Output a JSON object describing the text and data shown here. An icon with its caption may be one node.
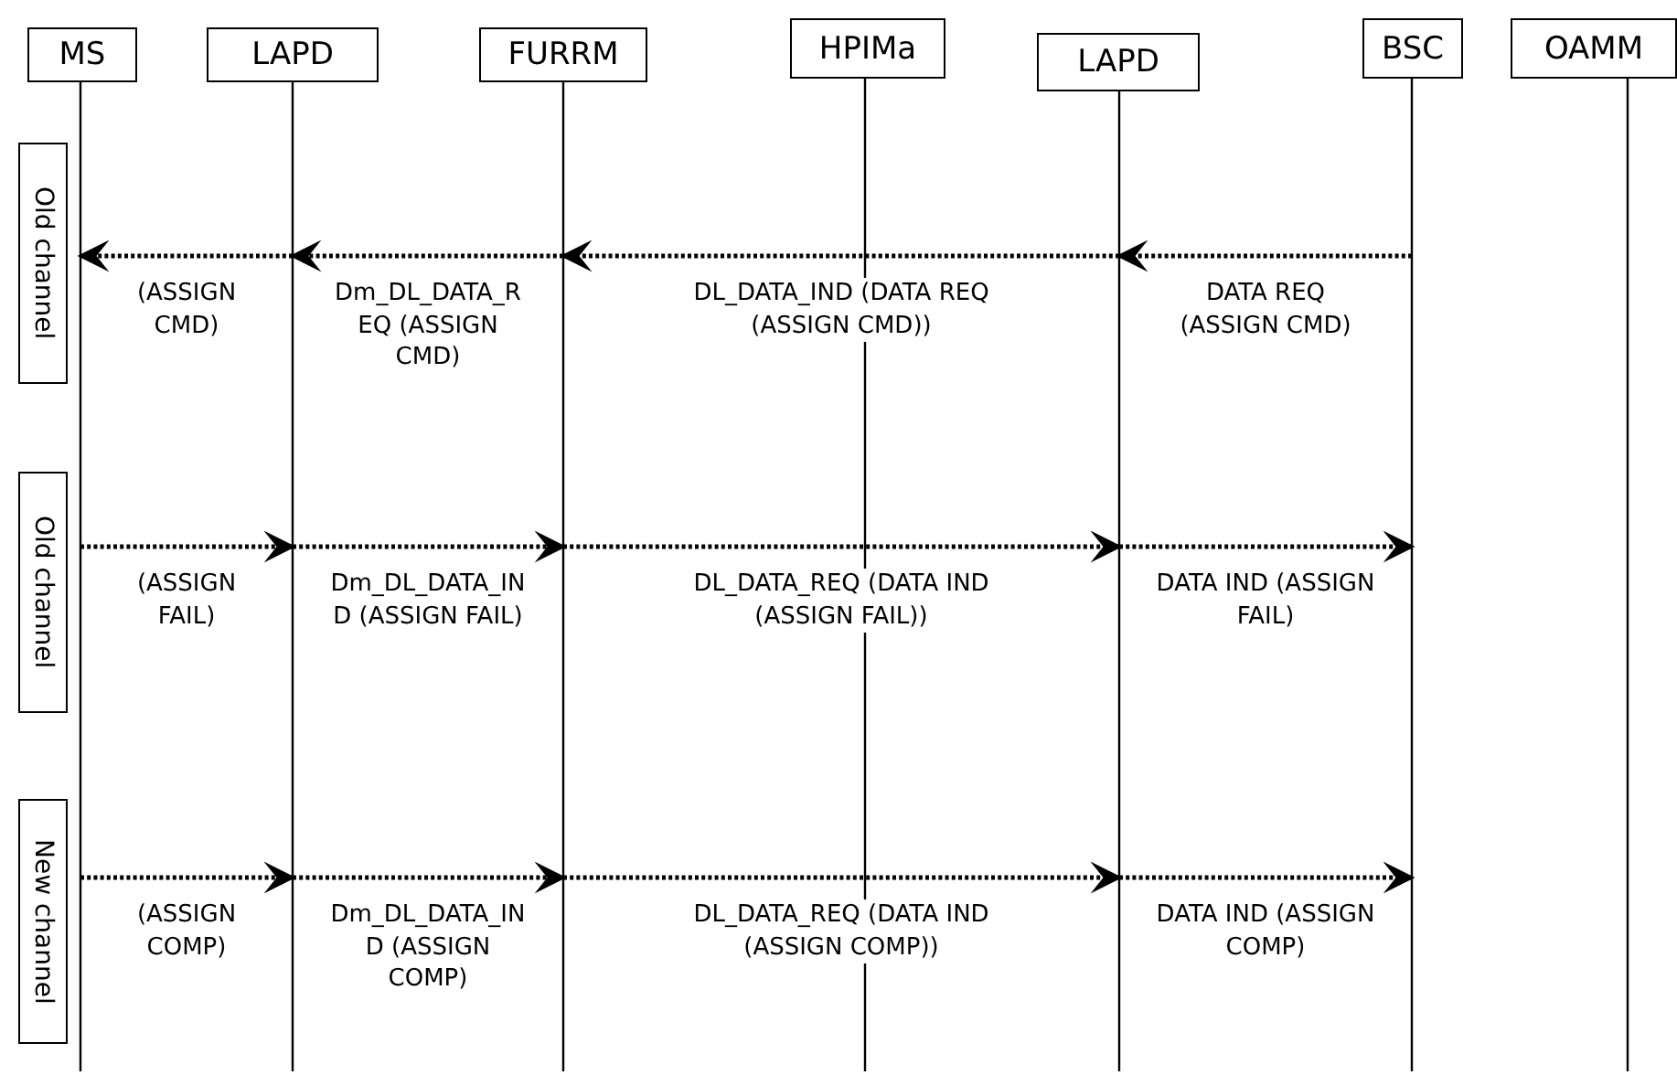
{
  "diagram": {
    "nodes": [
      {
        "text": [
          "MS"
        ]
      },
      {
        "text": [
          "LAPD"
        ]
      },
      {
        "text": [
          "FURRM"
        ]
      },
      {
        "text": [
          "HPIMa"
        ]
      },
      {
        "text": [
          "LAPD"
        ]
      },
      {
        "text": [
          "BSC"
        ]
      },
      {
        "text": [
          "OAMM"
        ]
      },
      {
        "text": [
          "Old channel"
        ]
      },
      {
        "text": [
          "Old channel"
        ]
      },
      {
        "text": [
          "New channel"
        ]
      }
    ],
    "edges": [
      {
        "from": 1,
        "to": 0,
        "arrow": "to",
        "label": "(ASSIGN CMD)"
      },
      {
        "from": 2,
        "to": 1,
        "arrow": "to",
        "label": "Dm_DL_DATA_REQ (ASSIGN CMD)"
      },
      {
        "from": 4,
        "to": 2,
        "arrow": "to",
        "label": "DL_DATA_IND (DATA REQ (ASSIGN CMD))"
      },
      {
        "from": 5,
        "to": 4,
        "arrow": "to",
        "label": "DATA REQ (ASSIGN CMD)"
      },
      {
        "from": 0,
        "to": 1,
        "arrow": "to",
        "label": "(ASSIGN FAIL)"
      },
      {
        "from": 1,
        "to": 2,
        "arrow": "to",
        "label": "Dm_DL_DATA_IND (ASSIGN FAIL)"
      },
      {
        "from": 2,
        "to": 4,
        "arrow": "to",
        "label": "DL_DATA_REQ (DATA IND (ASSIGN FAIL))"
      },
      {
        "from": 4,
        "to": 5,
        "arrow": "to",
        "label": "DATA IND (ASSIGN FAIL)"
      },
      {
        "from": 0,
        "to": 1,
        "arrow": "to",
        "label": "(ASSIGN COMP)"
      },
      {
        "from": 1,
        "to": 2,
        "arrow": "to",
        "label": "Dm_DL_DATA_IND (ASSIGN COMP)"
      },
      {
        "from": 2,
        "to": 4,
        "arrow": "to",
        "label": "DL_DATA_REQ (DATA IND (ASSIGN COMP))"
      },
      {
        "from": 4,
        "to": 5,
        "arrow": "to",
        "label": "DATA IND (ASSIGN COMP)"
      }
    ]
  }
}
